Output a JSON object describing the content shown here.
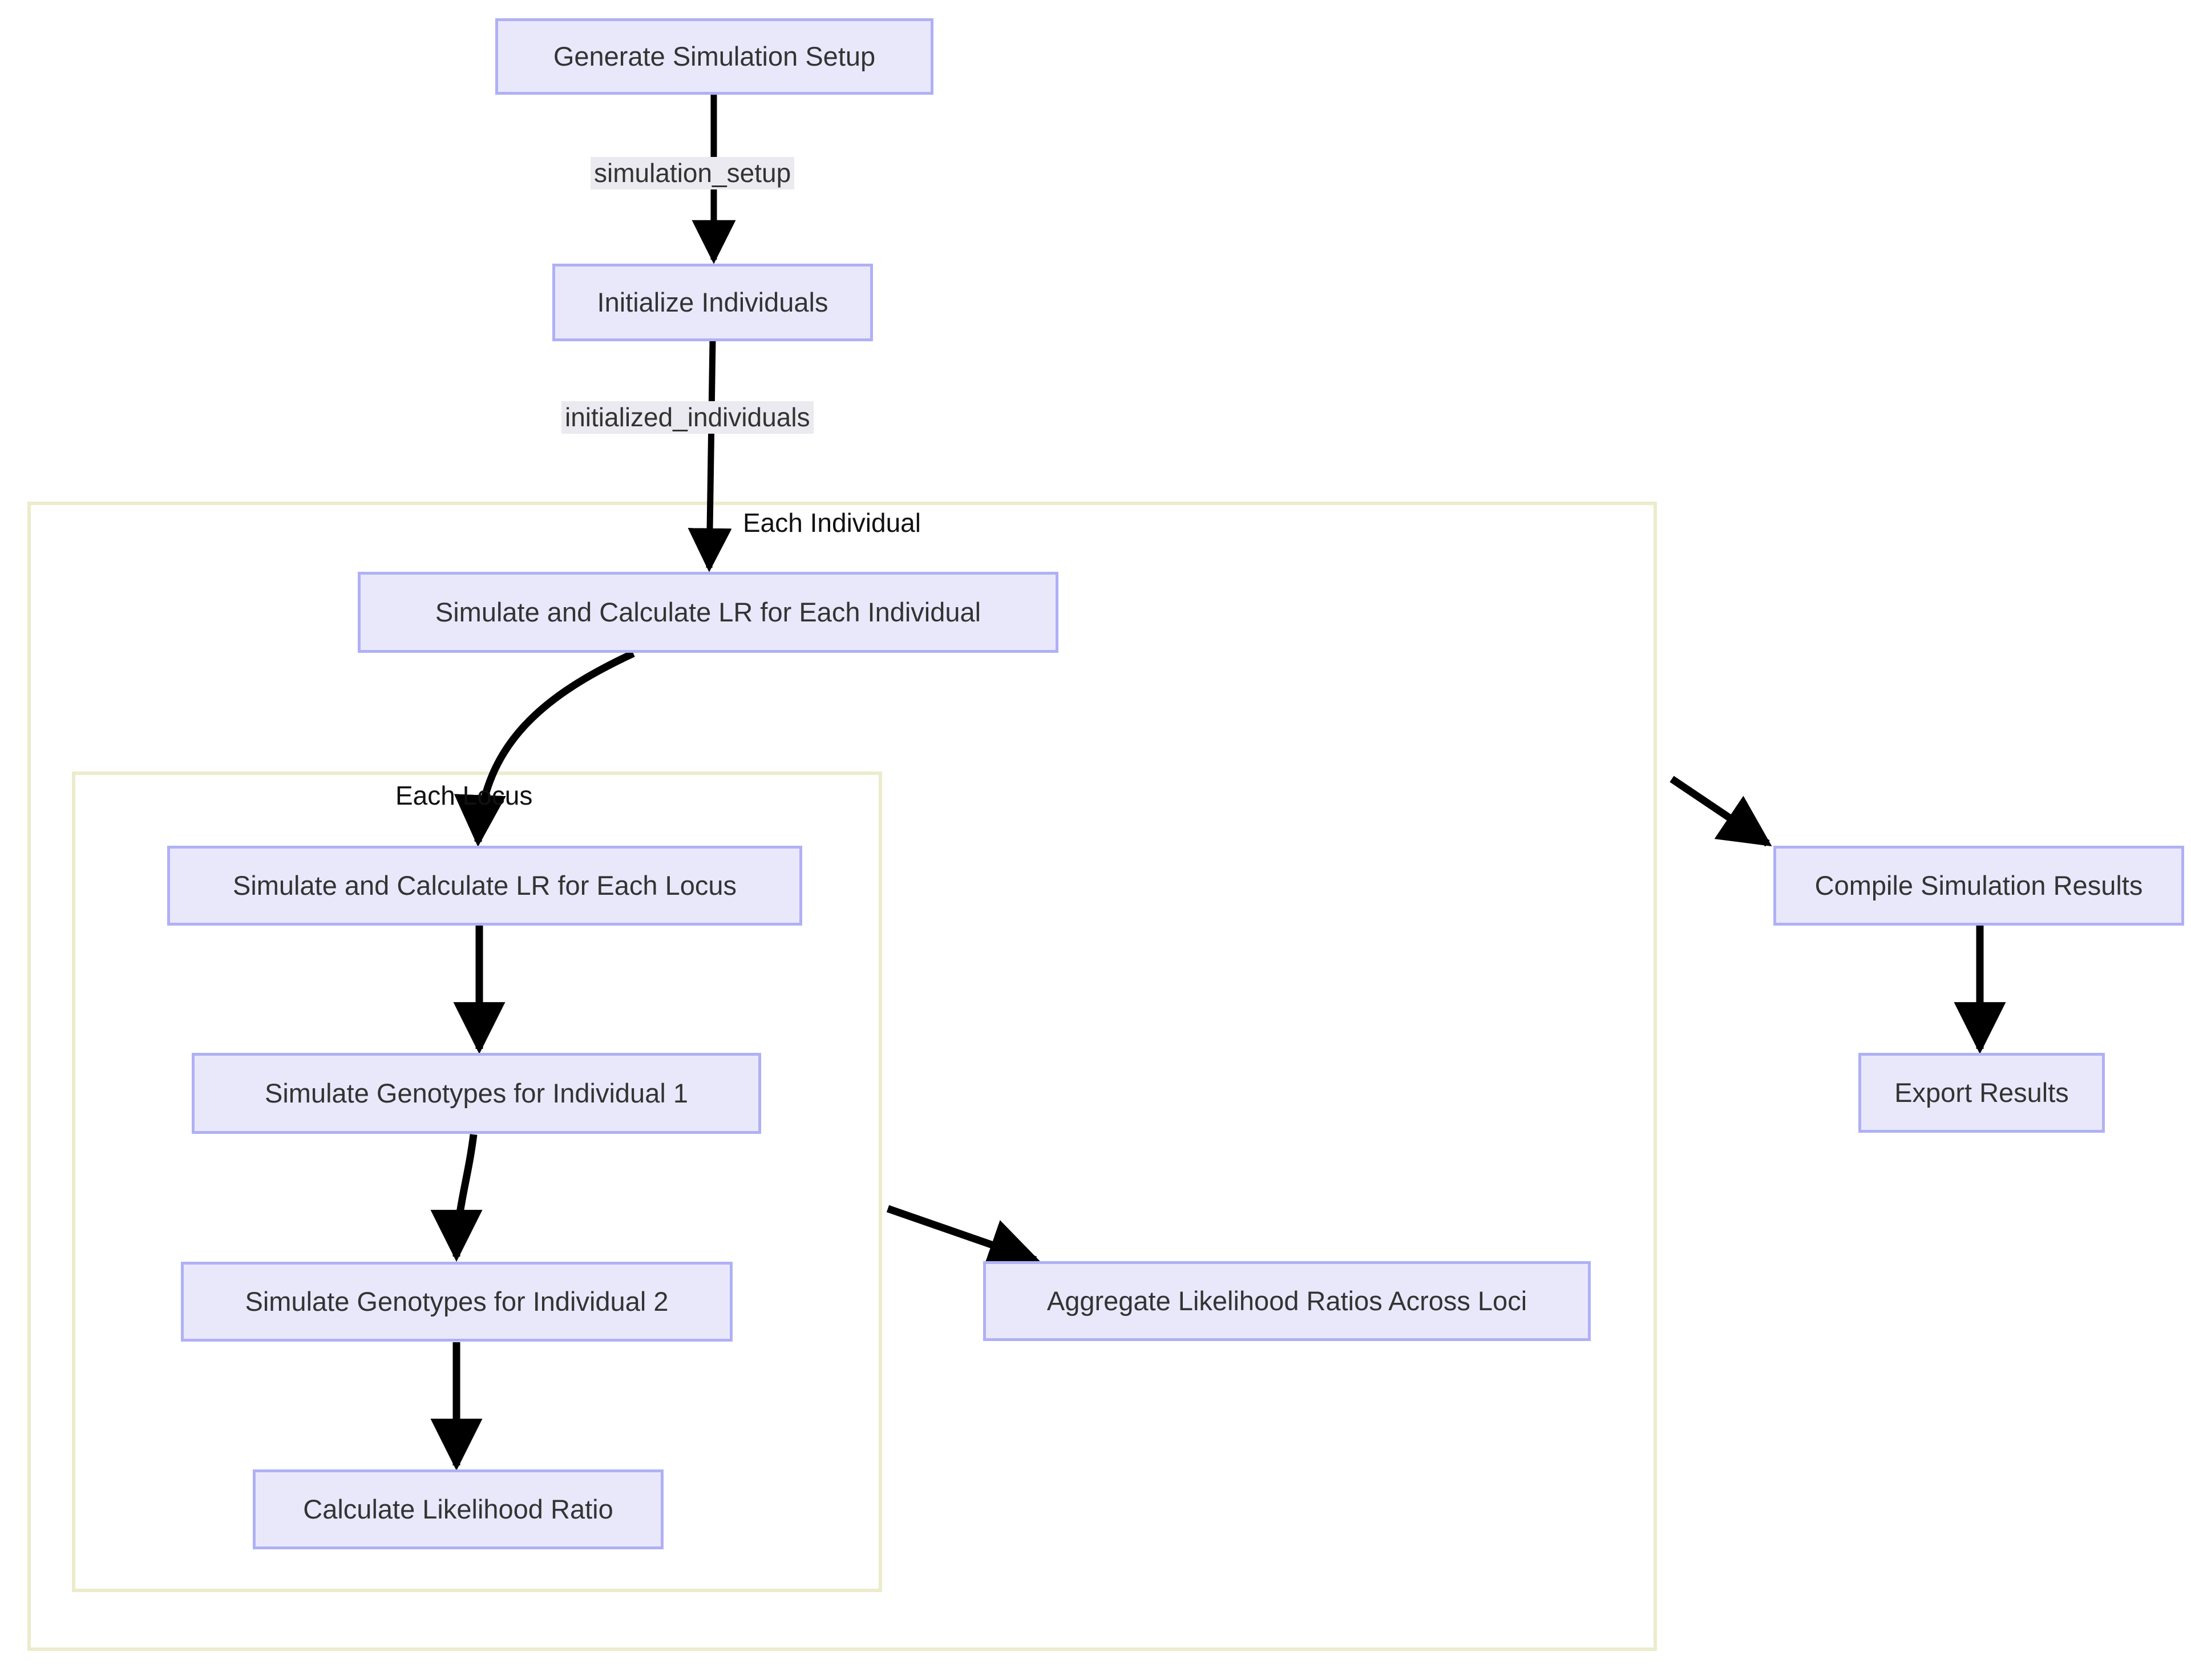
{
  "diagram": {
    "type": "flowchart",
    "orientation": "top-down",
    "colors": {
      "node_fill": "#e9e8fb",
      "node_border": "#b0b0f5",
      "node_text": "#333333",
      "cluster_border": "#ececcc",
      "edge_stroke": "#000000",
      "edge_label_bg": "#eaeaf0"
    },
    "nodes": [
      {
        "id": "generate_simulation_setup",
        "label": "Generate Simulation Setup"
      },
      {
        "id": "initialize_individuals",
        "label": "Initialize Individuals"
      },
      {
        "id": "simulate_lr_individual",
        "label": "Simulate and Calculate LR for Each Individual"
      },
      {
        "id": "simulate_lr_locus",
        "label": "Simulate and Calculate LR for Each Locus"
      },
      {
        "id": "simulate_genotypes_1",
        "label": "Simulate Genotypes for Individual 1"
      },
      {
        "id": "simulate_genotypes_2",
        "label": "Simulate Genotypes for Individual 2"
      },
      {
        "id": "calculate_likelihood_ratio",
        "label": "Calculate Likelihood Ratio"
      },
      {
        "id": "aggregate_likelihood_ratios",
        "label": "Aggregate Likelihood Ratios Across Loci"
      },
      {
        "id": "compile_simulation_results",
        "label": "Compile Simulation Results"
      },
      {
        "id": "export_results",
        "label": "Export Results"
      }
    ],
    "edge_labels": [
      {
        "id": "simulation_setup",
        "text": "simulation_setup",
        "style": "boxed"
      },
      {
        "id": "initialized_individuals",
        "text": "initialized_individuals",
        "style": "boxed"
      },
      {
        "id": "each_individual",
        "text": "Each Individual",
        "style": "plain"
      },
      {
        "id": "each_locus",
        "text": "Each Locus",
        "style": "plain"
      }
    ],
    "edges": [
      {
        "from": "generate_simulation_setup",
        "to": "initialize_individuals",
        "label": "simulation_setup"
      },
      {
        "from": "initialize_individuals",
        "to": "simulate_lr_individual",
        "label": "initialized_individuals"
      },
      {
        "from": "simulate_lr_individual",
        "to": "simulate_lr_locus",
        "label": "Each Locus"
      },
      {
        "from": "simulate_lr_locus",
        "to": "simulate_genotypes_1",
        "label": ""
      },
      {
        "from": "simulate_genotypes_1",
        "to": "simulate_genotypes_2",
        "label": ""
      },
      {
        "from": "simulate_genotypes_2",
        "to": "calculate_likelihood_ratio",
        "label": ""
      },
      {
        "from": "calculate_likelihood_ratio",
        "to": "aggregate_likelihood_ratios",
        "label": ""
      },
      {
        "from": "aggregate_likelihood_ratios",
        "to": "compile_simulation_results",
        "label": ""
      },
      {
        "from": "compile_simulation_results",
        "to": "export_results",
        "label": ""
      }
    ],
    "clusters": [
      {
        "id": "each_individual_cluster",
        "label": ""
      },
      {
        "id": "each_locus_cluster",
        "label": ""
      }
    ]
  }
}
